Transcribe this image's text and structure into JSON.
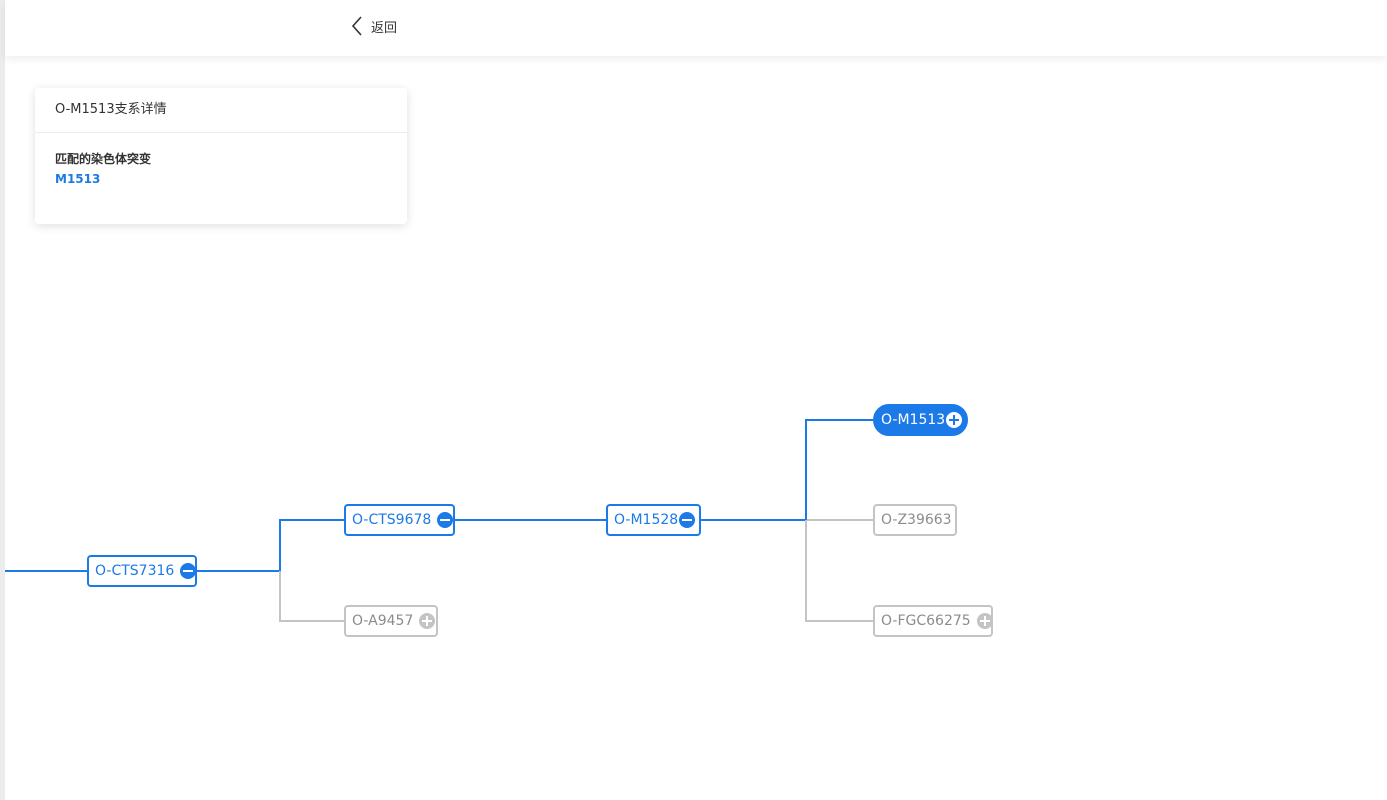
{
  "header": {
    "back_label": "返回"
  },
  "detail_card": {
    "title": "O-M1513支系详情",
    "mutation_label": "匹配的染色体突变",
    "mutation_value": "M1513"
  },
  "tree": {
    "nodes": {
      "cts7316": {
        "label": "O-CTS7316",
        "state": "expanded"
      },
      "cts9678": {
        "label": "O-CTS9678",
        "state": "expanded"
      },
      "a9457": {
        "label": "O-A9457",
        "state": "collapsed"
      },
      "m1528": {
        "label": "O-M1528",
        "state": "expanded"
      },
      "m1513": {
        "label": "O-M1513",
        "state": "collapsed",
        "selected": true
      },
      "z39663": {
        "label": "O-Z39663",
        "state": "leaf"
      },
      "fgc66275": {
        "label": "O-FGC66275",
        "state": "collapsed"
      }
    }
  },
  "colors": {
    "accent": "#1b7ae8",
    "inactive": "#c4c4c4",
    "inactive_text": "#8c8c8c"
  }
}
